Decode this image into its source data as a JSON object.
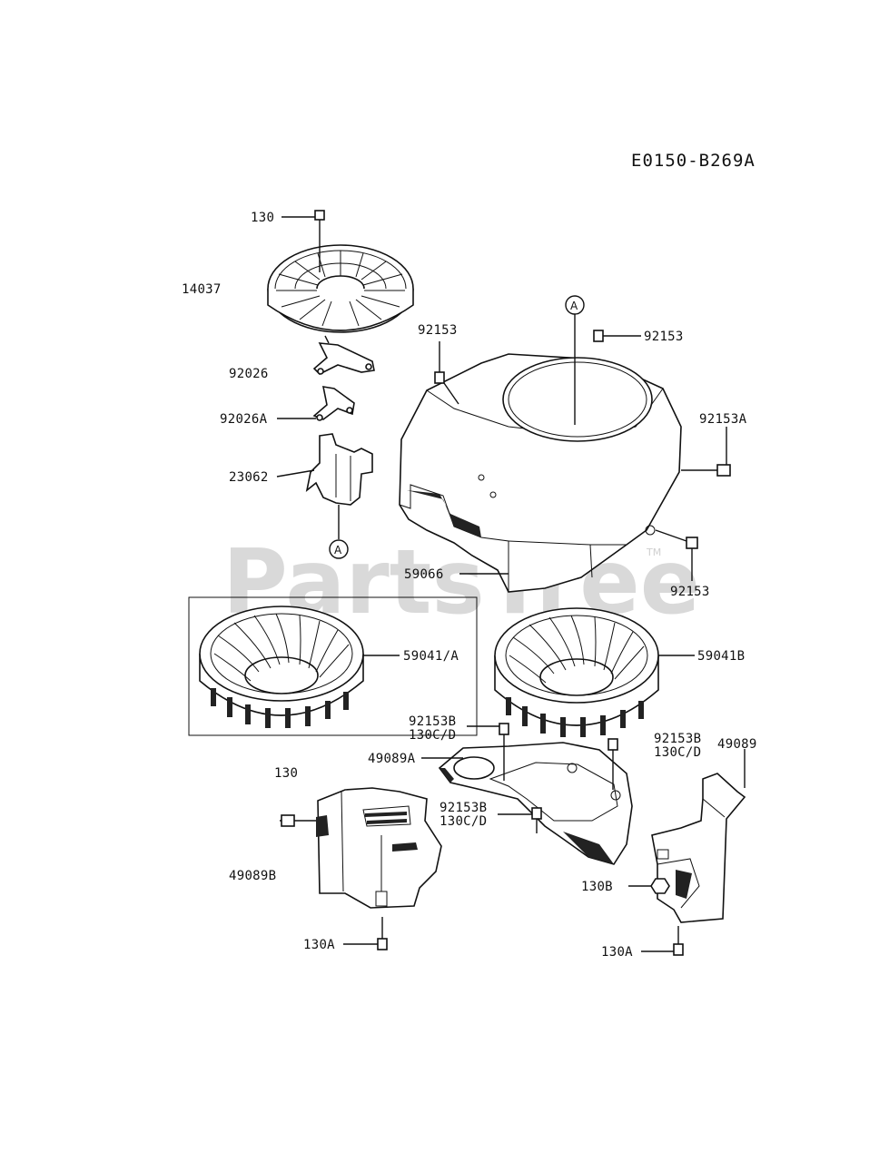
{
  "diagram_code": "E0150-B269A",
  "watermark": {
    "text": "PartsTree",
    "mark": "TM"
  },
  "ref_marker": "A",
  "labels": {
    "p130_top": "130",
    "p14037": "14037",
    "p92026": "92026",
    "p92026A": "92026A",
    "p23062": "23062",
    "p92153_left": "92153",
    "p92153_right": "92153",
    "p92153A": "92153A",
    "p92153_lower": "92153",
    "p59066": "59066",
    "p59041_A": "59041/A",
    "p59041B": "59041B",
    "p92153B_1": "92153B",
    "p130CD_1": "130C/D",
    "p49089A": "49089A",
    "p92153B_2": "92153B",
    "p130CD_2": "130C/D",
    "p49089": "49089",
    "p130_mid": "130",
    "p92153B_3": "92153B",
    "p130CD_3": "130C/D",
    "p49089B": "49089B",
    "p130B": "130B",
    "p130A_left": "130A",
    "p130A_right": "130A"
  }
}
